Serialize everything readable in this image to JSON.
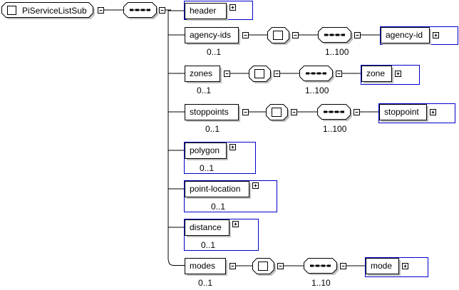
{
  "root": {
    "name": "PiServiceListSub",
    "toggle": "collapse"
  },
  "root_compositor": {
    "type": "sequence"
  },
  "children": [
    {
      "name": "header",
      "occurs": "",
      "expandable": true,
      "complex": true
    },
    {
      "name": "agency-ids",
      "occurs": "0..1",
      "chain": {
        "choice": true,
        "sequence_occurs": "1..100",
        "child": "agency-id"
      }
    },
    {
      "name": "zones",
      "occurs": "0..1",
      "chain": {
        "choice": true,
        "sequence_occurs": "1..100",
        "child": "zone"
      }
    },
    {
      "name": "stoppoints",
      "occurs": "0..1",
      "chain": {
        "choice": true,
        "sequence_occurs": "1..100",
        "child": "stoppoint"
      }
    },
    {
      "name": "polygon",
      "occurs": "0..1",
      "expandable": true,
      "complex": true
    },
    {
      "name": "point-location",
      "occurs": "0..1",
      "expandable": true,
      "complex": true
    },
    {
      "name": "distance",
      "occurs": "0..1",
      "expandable": true,
      "complex": true
    },
    {
      "name": "modes",
      "occurs": "0..1",
      "chain": {
        "choice": true,
        "sequence_occurs": "1..10",
        "child": "mode"
      }
    }
  ],
  "colors": {
    "line": "#000000",
    "complex_border": "#0000cc",
    "shadow": "#c0c0c0",
    "box_fill": "#ffffff"
  }
}
